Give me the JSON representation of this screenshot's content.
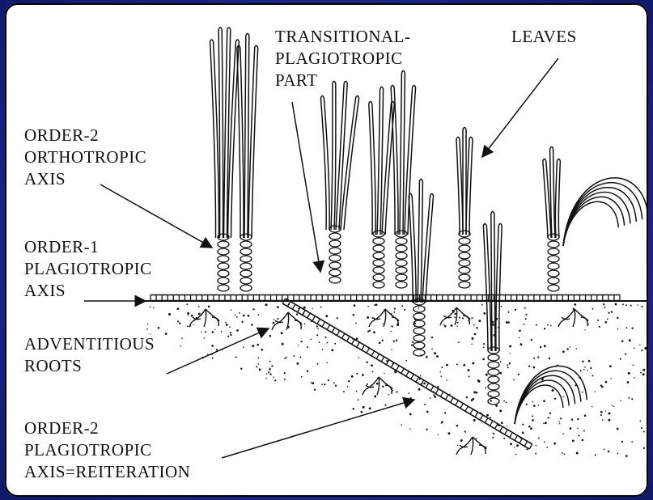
{
  "labels": {
    "transitional": [
      "TRANSITIONAL-",
      "PLAGIOTROPIC",
      "PART"
    ],
    "leaves": [
      "LEAVES"
    ],
    "order2_ortho": [
      "ORDER-2",
      "ORTHOTROPIC",
      "AXIS"
    ],
    "order1_plagio": [
      "ORDER-1",
      "PLAGIOTROPIC",
      "AXIS"
    ],
    "adventitious": [
      "ADVENTITIOUS",
      "ROOTS"
    ],
    "order2_plagio": [
      "ORDER-2",
      "PLAGIOTROPIC",
      "AXIS=REITERATION"
    ]
  },
  "colors": {
    "frame": "#1c2890",
    "panel": "#ffffff",
    "ink": "#111111"
  }
}
